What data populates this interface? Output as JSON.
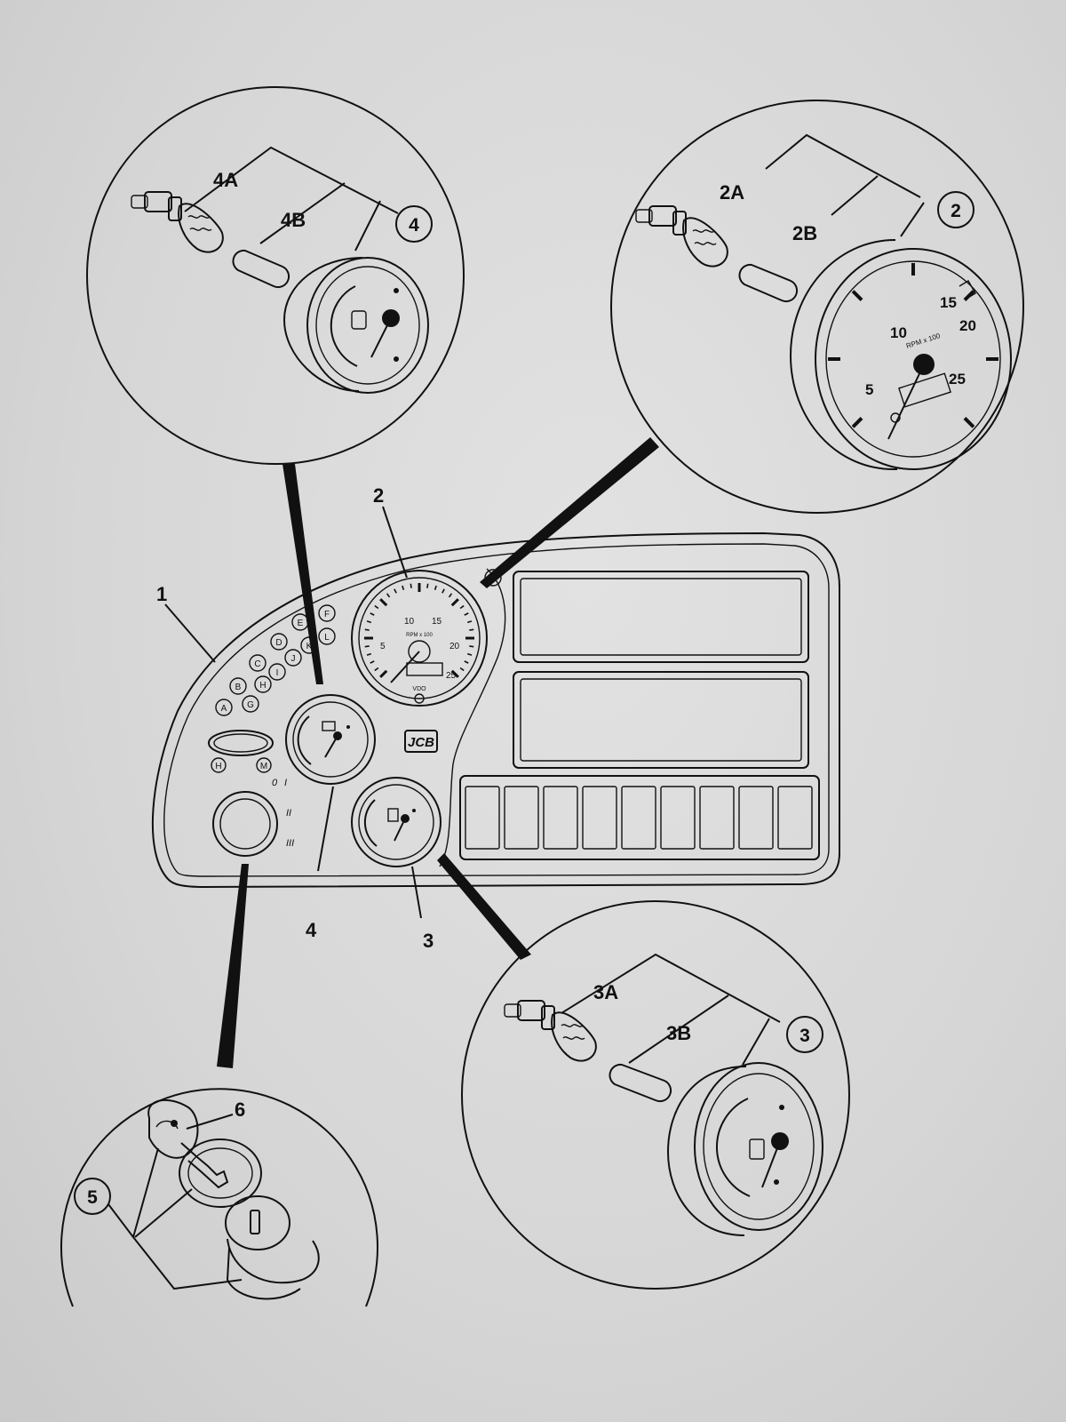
{
  "callouts": {
    "c1": "1",
    "c2": "2",
    "c3": "3",
    "c4": "4",
    "c4a": "4A",
    "c4b": "4B",
    "c4circle": "4",
    "c2a": "2A",
    "c2b": "2B",
    "c2circle": "2",
    "c3a": "3A",
    "c3b": "3B",
    "c3circle": "3",
    "c5circle": "5",
    "c6": "6"
  },
  "tachometer": {
    "ticks": [
      "5",
      "10",
      "15",
      "20",
      "25"
    ],
    "unit_label": "RPM x 100",
    "brand": "VDO"
  },
  "warning_lights": [
    "A",
    "B",
    "C",
    "D",
    "E",
    "F",
    "G",
    "H",
    "I",
    "J",
    "K",
    "L"
  ],
  "hour_meter_buttons": [
    "H",
    "M"
  ],
  "ignition_positions": [
    "0",
    "I",
    "II",
    "III"
  ],
  "logo_text": "JCB"
}
